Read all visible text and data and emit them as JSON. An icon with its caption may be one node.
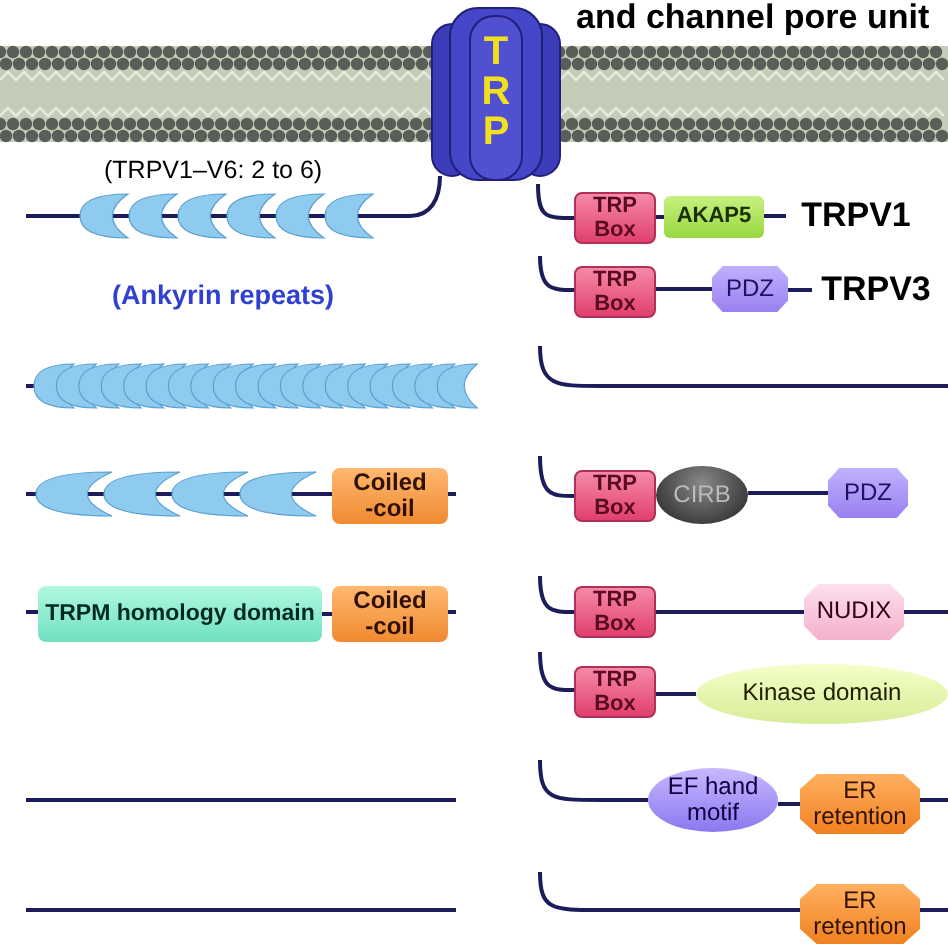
{
  "diagram": {
    "nodes": [
      {
        "text": [
          "TRP"
        ]
      },
      {
        "text": [
          "TRP Box"
        ]
      },
      {
        "text": [
          "AKAP5"
        ]
      },
      {
        "text": [
          "TRPV1"
        ]
      },
      {
        "text": [
          "TRP Box"
        ]
      },
      {
        "text": [
          "PDZ"
        ]
      },
      {
        "text": [
          "TRPV3"
        ]
      },
      {
        "text": [
          "Coiled -coil"
        ]
      },
      {
        "text": [
          "TRP Box"
        ]
      },
      {
        "text": [
          "CIRB"
        ]
      },
      {
        "text": [
          "PDZ"
        ]
      },
      {
        "text": [
          "TRPM homology domain"
        ]
      },
      {
        "text": [
          "Coiled -coil"
        ]
      },
      {
        "text": [
          "TRP Box"
        ]
      },
      {
        "text": [
          "NUDIX"
        ]
      },
      {
        "text": [
          "TRP Box"
        ]
      },
      {
        "text": [
          "Kinase domain"
        ]
      },
      {
        "text": [
          "EF hand motif"
        ]
      },
      {
        "text": [
          "ER retention"
        ]
      },
      {
        "text": [
          "ER retention"
        ]
      }
    ],
    "edges": [
      {
        "from": 0,
        "to": 1,
        "arrow": "none"
      },
      {
        "from": 1,
        "to": 2,
        "arrow": "none"
      },
      {
        "from": 2,
        "to": 3,
        "arrow": "none"
      },
      {
        "from": 4,
        "to": 5,
        "arrow": "none"
      },
      {
        "from": 5,
        "to": 6,
        "arrow": "none"
      },
      {
        "from": 9,
        "to": 10,
        "arrow": "none"
      },
      {
        "from": 11,
        "to": 12,
        "arrow": "none"
      },
      {
        "from": 13,
        "to": 14,
        "arrow": "none"
      },
      {
        "from": 15,
        "to": 16,
        "arrow": "none"
      },
      {
        "from": 17,
        "to": 18,
        "arrow": "none"
      }
    ],
    "labels": [
      "and channel pore unit",
      "(TRPV1–V6: 2 to 6)",
      "(Ankyrin repeats)"
    ]
  }
}
